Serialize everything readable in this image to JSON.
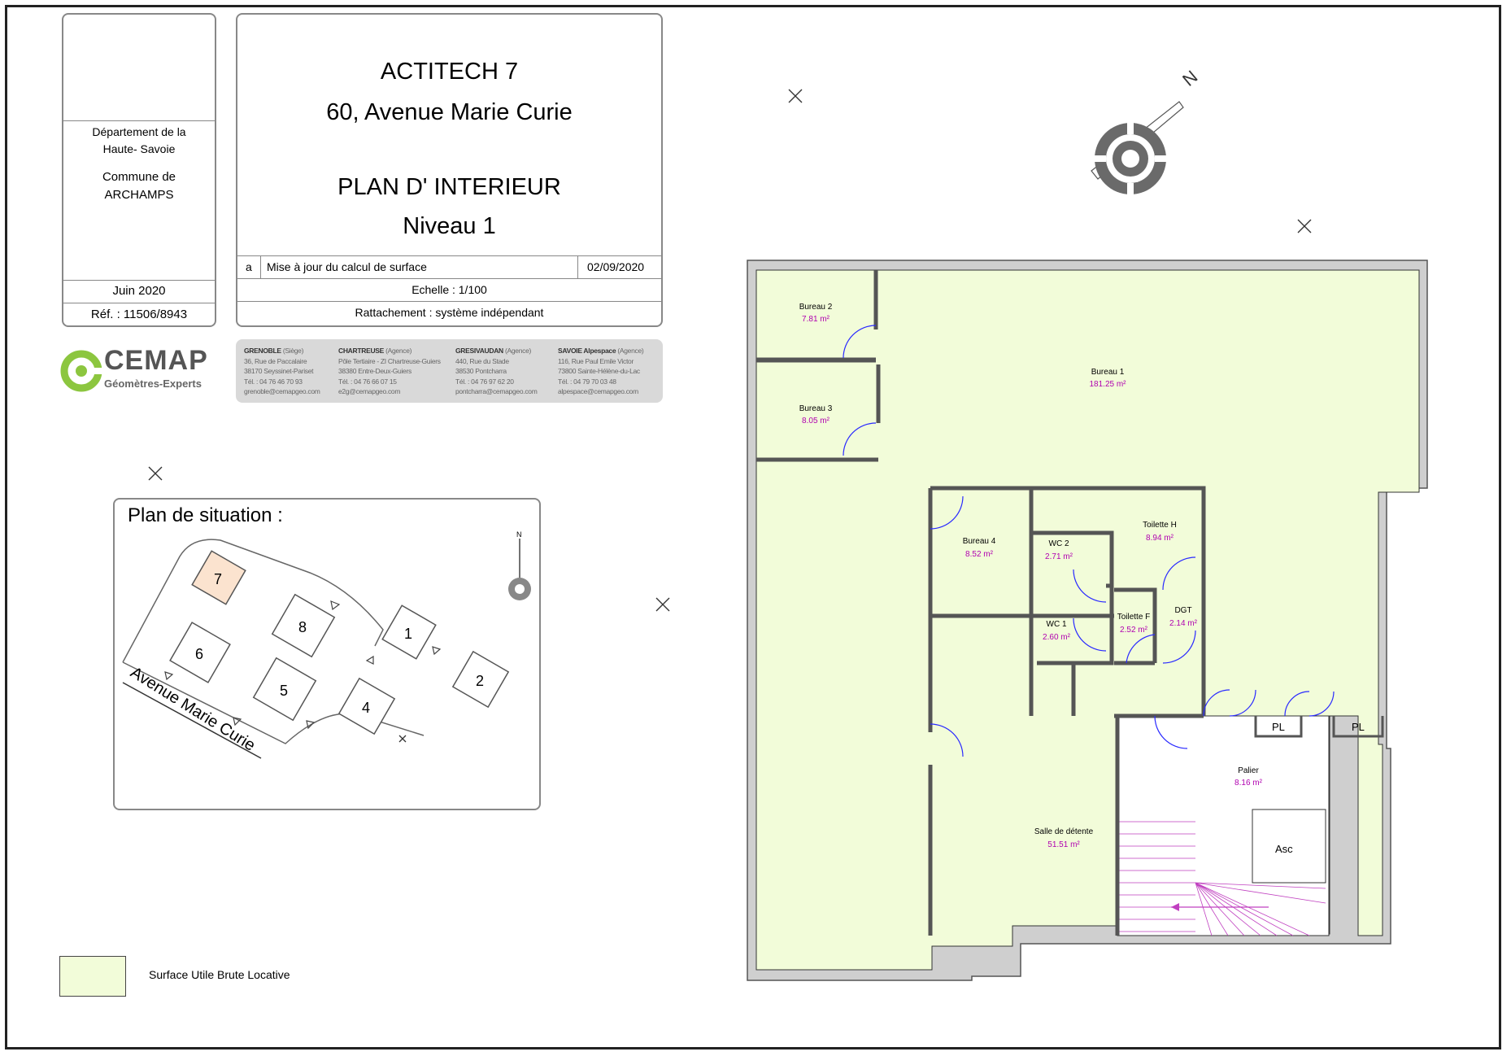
{
  "left_panel": {
    "department_line1": "Département de la",
    "department_line2": "Haute- Savoie",
    "commune_line1": "Commune de",
    "commune_line2": "ARCHAMPS",
    "date": "Juin 2020",
    "reference": "Réf. : 11506/8943"
  },
  "title_block": {
    "project": "ACTITECH 7",
    "address": "60, Avenue Marie Curie",
    "plan_type": "PLAN D' INTERIEUR",
    "level": "Niveau 1",
    "revision_letter": "a",
    "revision_text": "Mise à jour du calcul de surface",
    "revision_date": "02/09/2020",
    "scale": "Echelle : 1/100",
    "attachment": "Rattachement : système indépendant"
  },
  "company": {
    "name": "CEMAP",
    "subtitle": "Géomètres-Experts",
    "brand_color": "#8cc63f",
    "agencies": [
      {
        "name": "GRENOBLE",
        "type": "(Siège)",
        "line1": "36, Rue de Paccalaire",
        "line2": "38170 Seyssinet-Pariset",
        "line3": "Tél. : 04 76 46 70 93",
        "line4": "grenoble@cemapgeo.com"
      },
      {
        "name": "CHARTREUSE",
        "type": "(Agence)",
        "line1": "Pôle Tertiaire - ZI Chartreuse-Guiers",
        "line2": "38380 Entre-Deux-Guiers",
        "line3": "Tél. : 04 76 66 07 15",
        "line4": "e2g@cemapgeo.com"
      },
      {
        "name": "GRESIVAUDAN",
        "type": "(Agence)",
        "line1": "440, Rue du Stade",
        "line2": "38530 Pontcharra",
        "line3": "Tél. : 04 76 97 62 20",
        "line4": "pontcharra@cemapgeo.com"
      },
      {
        "name": "SAVOIE Alpespace",
        "type": "(Agence)",
        "line1": "116, Rue Paul Emile Victor",
        "line2": "73800 Sainte-Hélène-du-Lac",
        "line3": "Tél. : 04 79 70 03 48",
        "line4": "alpespace@cemapgeo.com"
      }
    ]
  },
  "situation": {
    "title": "Plan de situation :",
    "north_label": "N",
    "street_label": "Avenue Marie Curie",
    "buildings": [
      "7",
      "8",
      "1",
      "6",
      "5",
      "4",
      "2"
    ],
    "highlighted_building": "7",
    "highlight_color": "#fbe3cf"
  },
  "legend": {
    "label": "Surface Utile Brute Locative",
    "color": "#f2fcd9"
  },
  "floor_plan": {
    "north_label": "N",
    "fill_color": "#f2fcd9",
    "rooms": [
      {
        "name": "Bureau 2",
        "area": "7.81 m²"
      },
      {
        "name": "Bureau 3",
        "area": "8.05 m²"
      },
      {
        "name": "Bureau 1",
        "area": "181.25 m²"
      },
      {
        "name": "Bureau 4",
        "area": "8.52 m²"
      },
      {
        "name": "WC 2",
        "area": "2.71 m²"
      },
      {
        "name": "Toilette  H",
        "area": "8.94 m²"
      },
      {
        "name": "WC 1",
        "area": "2.60 m²"
      },
      {
        "name": "Toilette  F",
        "area": "2.52 m²"
      },
      {
        "name": "DGT",
        "area": "2.14 m²"
      },
      {
        "name": "Palier",
        "area": "8.16 m²"
      },
      {
        "name": "Salle de détente",
        "area": "51.51 m²"
      }
    ],
    "labels": {
      "pl_left": "PL",
      "pl_right": "PL",
      "elevator": "Asc"
    },
    "area_color": "#b000b0"
  }
}
